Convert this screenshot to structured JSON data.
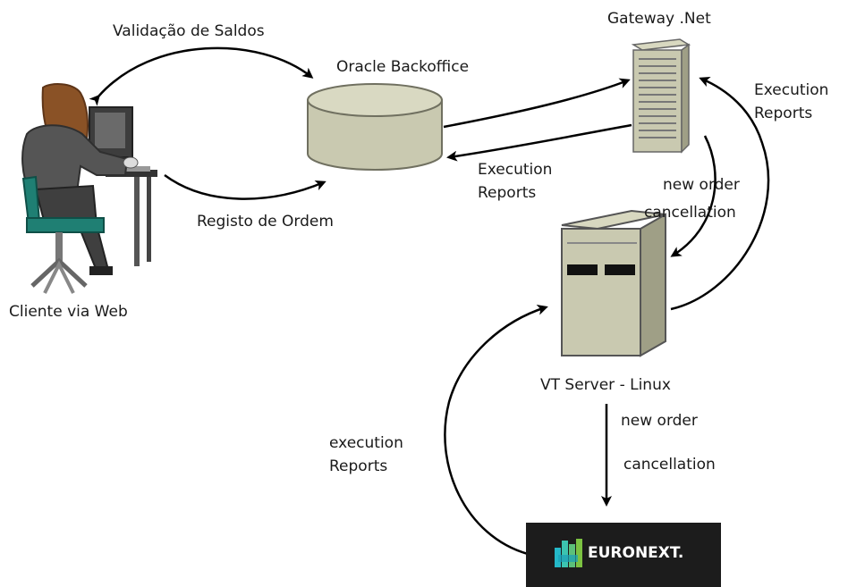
{
  "labels": {
    "validacao": "Validação de Saldos",
    "oracle": "Oracle Backoffice",
    "gateway": "Gateway .Net",
    "exec_reports_top_1": "Execution",
    "exec_reports_top_2": "Reports",
    "exec_reports_mid_1": "Execution",
    "exec_reports_mid_2": "Reports",
    "new_order_top": "new order",
    "cancellation_top": "cancellation",
    "registo": "Registo de Ordem",
    "cliente": "Cliente via Web",
    "vt_server": "VT Server - Linux",
    "new_order_bottom": "new order",
    "cancellation_bottom": "cancellation",
    "exec_reports_bottom_1": "execution",
    "exec_reports_bottom_2": "Reports",
    "euronext": "EURONEXT."
  },
  "colors": {
    "arrow": "#000000",
    "beige_fill": "#c9c9b0",
    "beige_dark": "#9f9f86",
    "hair": "#8a5226",
    "jacket": "#555555",
    "chair": "#1f7f73",
    "logo_bg": "#1c1c1c",
    "logo_teal": "#24b8c8",
    "logo_green": "#7cc242"
  },
  "icons": {
    "client": "person-at-computer-icon",
    "database": "database-cylinder-icon",
    "gateway": "server-tower-icon",
    "vt_server": "server-cabinet-icon",
    "euronext": "euronext-logo-icon"
  }
}
